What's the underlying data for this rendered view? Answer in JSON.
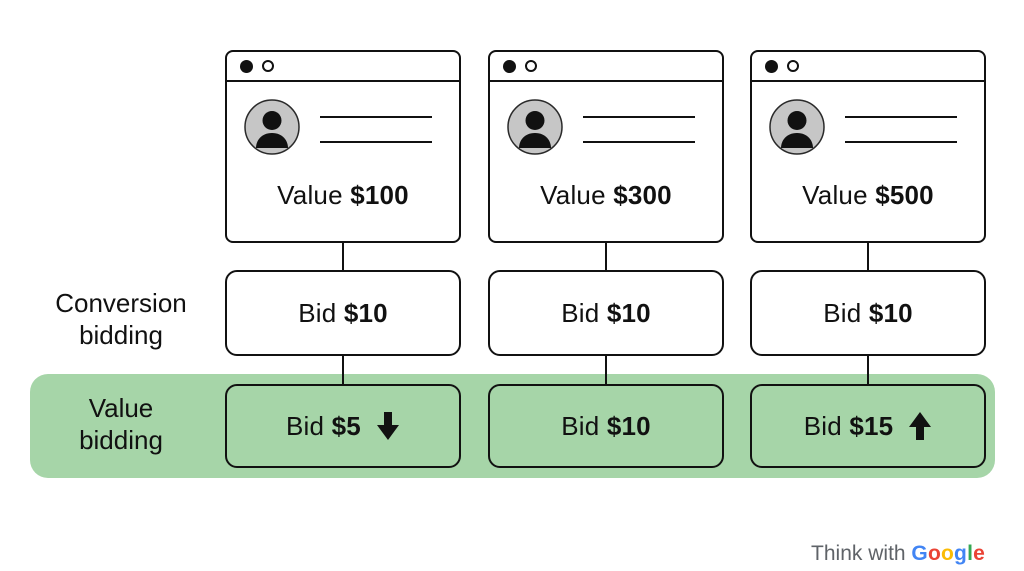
{
  "columns": [
    {
      "value_label": "Value",
      "value_amount": "$100",
      "conv_bid_label": "Bid",
      "conv_bid_amount": "$10",
      "value_bid_label": "Bid",
      "value_bid_amount": "$5",
      "value_bid_arrow": "down"
    },
    {
      "value_label": "Value",
      "value_amount": "$300",
      "conv_bid_label": "Bid",
      "conv_bid_amount": "$10",
      "value_bid_label": "Bid",
      "value_bid_amount": "$10",
      "value_bid_arrow": "none"
    },
    {
      "value_label": "Value",
      "value_amount": "$500",
      "conv_bid_label": "Bid",
      "conv_bid_amount": "$10",
      "value_bid_label": "Bid",
      "value_bid_amount": "$15",
      "value_bid_arrow": "up"
    }
  ],
  "row_labels": {
    "conversion_line1": "Conversion",
    "conversion_line2": "bidding",
    "value_line1": "Value",
    "value_line2": "bidding"
  },
  "footer": {
    "prefix": "Think with ",
    "brand_letters": [
      {
        "ch": "G",
        "color": "#4285F4"
      },
      {
        "ch": "o",
        "color": "#EA4335"
      },
      {
        "ch": "o",
        "color": "#FBBC05"
      },
      {
        "ch": "g",
        "color": "#4285F4"
      },
      {
        "ch": "l",
        "color": "#34A853"
      },
      {
        "ch": "e",
        "color": "#EA4335"
      }
    ]
  },
  "colors": {
    "band_green": "#A6D5A8",
    "ink": "#111111",
    "avatar_gray": "#c6c6c6",
    "footer_gray": "#5f6368"
  }
}
